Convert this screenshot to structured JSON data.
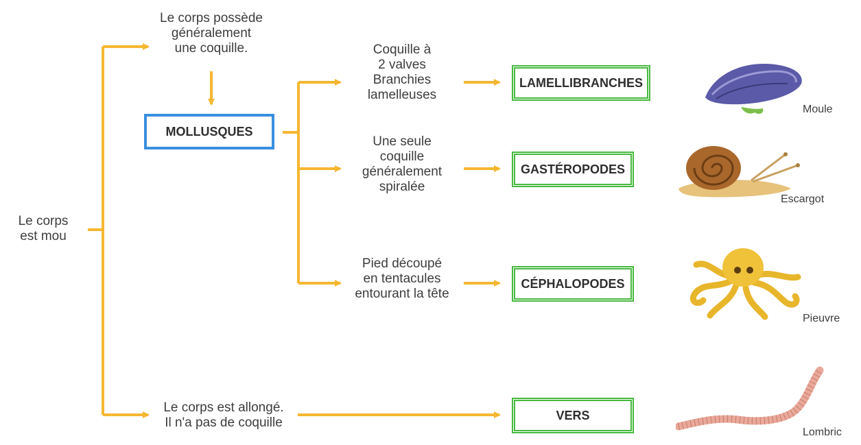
{
  "diagram": {
    "root": {
      "lines": [
        "Le corps",
        "est mou"
      ]
    },
    "shell": {
      "lines": [
        "Le corps possède",
        "généralement",
        "une coquille."
      ]
    },
    "mollusques": {
      "label": "MOLLUSQUES"
    },
    "branch1": {
      "lines": [
        "Coquille à",
        "2 valves",
        "Branchies",
        "lamelleuses"
      ]
    },
    "branch2": {
      "lines": [
        "Une seule",
        "coquille",
        "généralement",
        "spiralée"
      ]
    },
    "branch3": {
      "lines": [
        "Pied découpé",
        "en tentacules",
        "entourant la tête"
      ]
    },
    "worm_text": {
      "lines": [
        "Le corps est allongé.",
        "Il n'a pas de coquille"
      ]
    },
    "classes": {
      "lamellibranches": "LAMELLIBRANCHES",
      "gasteropodes": "GASTÉROPODES",
      "cephalopodes": "CÉPHALOPODES",
      "vers": "VERS"
    },
    "animals": {
      "moule": "Moule",
      "escargot": "Escargot",
      "pieuvre": "Pieuvre",
      "lombric": "Lombric"
    }
  },
  "colors": {
    "arrow": "#f5b731",
    "mollusques_border": "#3a8fe0",
    "class_border": "#46b93e"
  }
}
